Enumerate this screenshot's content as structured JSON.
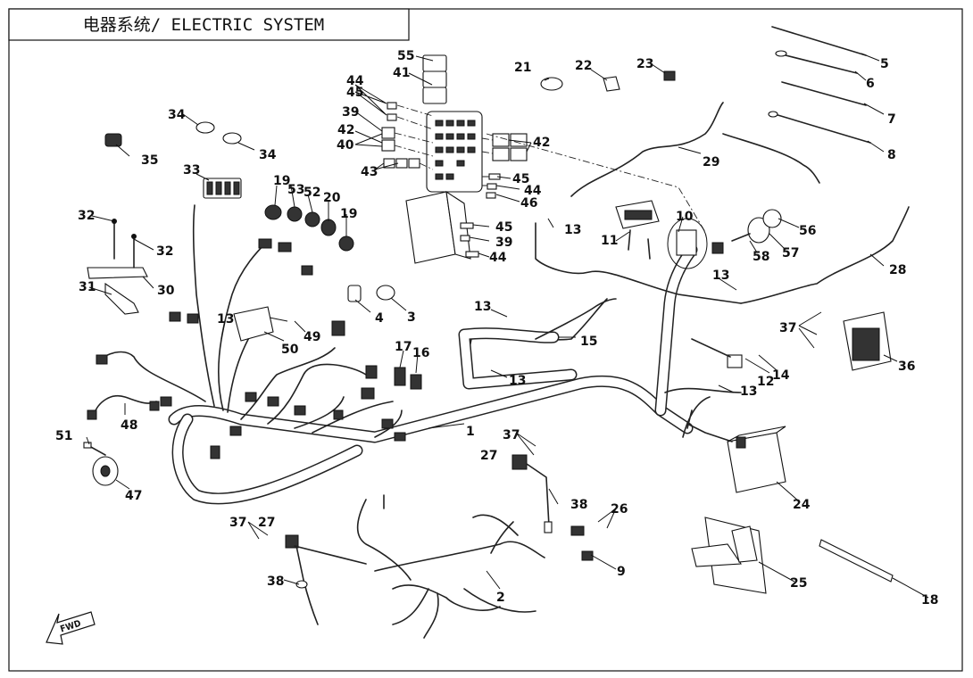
{
  "title": "电器系统/ ELECTRIC SYSTEM",
  "fwd_label": "FWD",
  "callouts": {
    "c1": "1",
    "c2": "2",
    "c3": "3",
    "c4": "4",
    "c5": "5",
    "c6": "6",
    "c7": "7",
    "c8": "8",
    "c9": "9",
    "c10": "10",
    "c11": "11",
    "c12": "12",
    "c13a": "13",
    "c13b": "13",
    "c13c": "13",
    "c13d": "13",
    "c13e": "13",
    "c13f": "13",
    "c14": "14",
    "c15": "15",
    "c16": "16",
    "c17": "17",
    "c18": "18",
    "c19a": "19",
    "c19b": "19",
    "c20": "20",
    "c21": "21",
    "c22": "22",
    "c23": "23",
    "c24": "24",
    "c25": "25",
    "c26": "26",
    "c27a": "27",
    "c27b": "27",
    "c28": "28",
    "c29": "29",
    "c30": "30",
    "c31": "31",
    "c32a": "32",
    "c32b": "32",
    "c33": "33",
    "c34a": "34",
    "c34b": "34",
    "c35": "35",
    "c36": "36",
    "c37a": "37",
    "c37b": "37",
    "c37c": "37",
    "c38a": "38",
    "c38b": "38",
    "c39a": "39",
    "c39b": "39",
    "c40": "40",
    "c41": "41",
    "c42a": "42",
    "c42b": "42",
    "c43": "43",
    "c44a": "44",
    "c44b": "44",
    "c44c": "44",
    "c45a": "45",
    "c45b": "45",
    "c45c": "45",
    "c46": "46",
    "c47": "47",
    "c48": "48",
    "c49": "49",
    "c50": "50",
    "c51": "51",
    "c52": "52",
    "c53": "53",
    "c55": "55",
    "c56": "56",
    "c57": "57",
    "c58": "58"
  }
}
